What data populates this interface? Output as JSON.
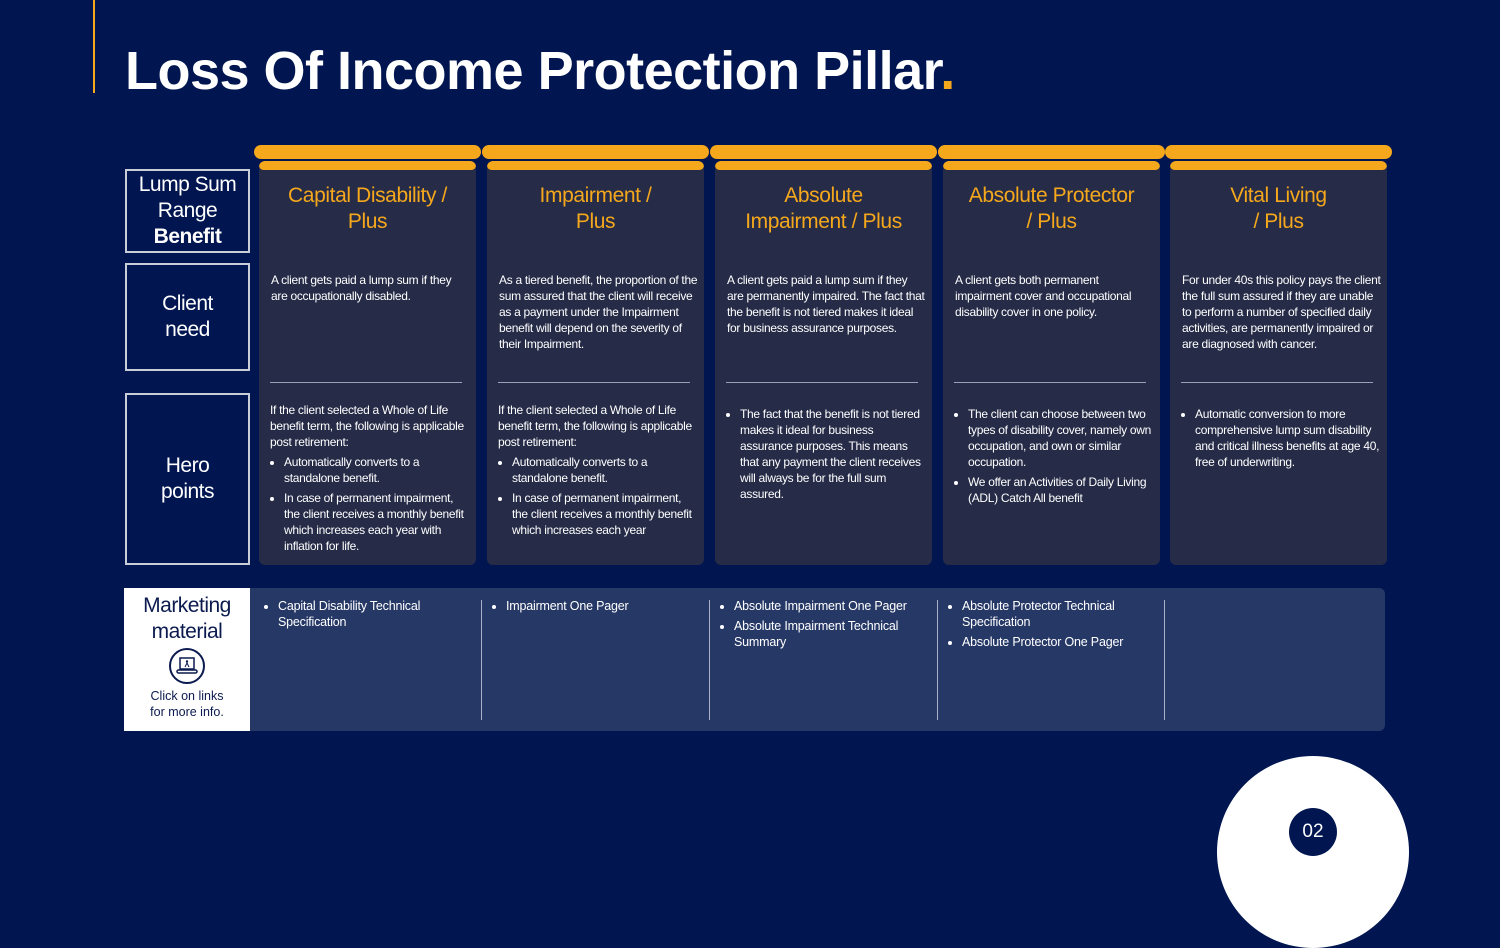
{
  "title": "Loss Of Income Protection Pillar",
  "title_dot": ".",
  "row_labels": {
    "benefit": {
      "line1": "Lump Sum",
      "line2": "Range",
      "line3": "Benefit"
    },
    "client_need": {
      "line1": "Client",
      "line2": "need"
    },
    "hero_points": {
      "line1": "Hero",
      "line2": "points"
    }
  },
  "products": [
    {
      "name_line1": "Capital Disability /",
      "name_line2": "Plus",
      "client_need": "A client gets paid a lump sum if they are occupationally disabled.",
      "hero_intro": "If the client selected a Whole of Life benefit term, the following is applicable post retirement:",
      "hero_points": [
        "Automatically converts to a standalone benefit.",
        "In case of permanent impairment, the client receives a monthly benefit which increases each year with inflation for life."
      ],
      "marketing": [
        "Capital Disability Technical Specification"
      ]
    },
    {
      "name_line1": "Impairment /",
      "name_line2": "Plus",
      "client_need": "As a tiered benefit, the proportion of the sum assured that the client will receive as a payment under the Impairment benefit will depend on the severity of their Impairment.",
      "hero_intro": "If the client selected a Whole of Life benefit term, the following is applicable post retirement:",
      "hero_points": [
        "Automatically converts to a standalone benefit.",
        "In case of permanent impairment, the client receives a monthly benefit which increases each year"
      ],
      "marketing": [
        "Impairment One Pager"
      ]
    },
    {
      "name_line1": "Absolute",
      "name_line2": "Impairment / Plus",
      "client_need": "A client gets paid a lump sum if they are permanently impaired. The fact that the benefit is not tiered makes it ideal for business assurance purposes.",
      "hero_intro": "",
      "hero_points": [
        "The fact that the benefit is not tiered makes it ideal for business assurance purposes. This means that any payment the client receives will always be for the full sum assured."
      ],
      "marketing": [
        "Absolute Impairment One Pager",
        "Absolute Impairment Technical Summary"
      ]
    },
    {
      "name_line1": "Absolute Protector",
      "name_line2": "/ Plus",
      "client_need": "A client gets both permanent impairment cover and occupational disability cover in one policy.",
      "hero_intro": "",
      "hero_points": [
        "The client can choose between two types of disability cover, namely own occupation, and own or similar occupation.",
        "We offer an Activities of Daily Living (ADL) Catch All benefit"
      ],
      "marketing": [
        "Absolute Protector Technical Specification",
        "Absolute Protector One Pager"
      ]
    },
    {
      "name_line1": "Vital Living",
      "name_line2": "/ Plus",
      "client_need": "For under 40s this policy pays the client the full sum assured if they are unable to perform a number of specified daily activities, are permanently impaired or are diagnosed with cancer.",
      "hero_intro": "",
      "hero_points": [
        "Automatic conversion to more comprehensive lump sum disability and critical illness benefits at age 40, free of underwriting."
      ],
      "marketing": []
    }
  ],
  "marketing": {
    "title_line1": "Marketing",
    "title_line2": "material",
    "sub_line1": "Click on links",
    "sub_line2": "for more info.",
    "icon": "laptop-icon"
  },
  "page_number": "02",
  "colors": {
    "background": "#011650",
    "accent": "#f5a81c",
    "card": "#262b47",
    "marketing_panel": "#263866"
  }
}
